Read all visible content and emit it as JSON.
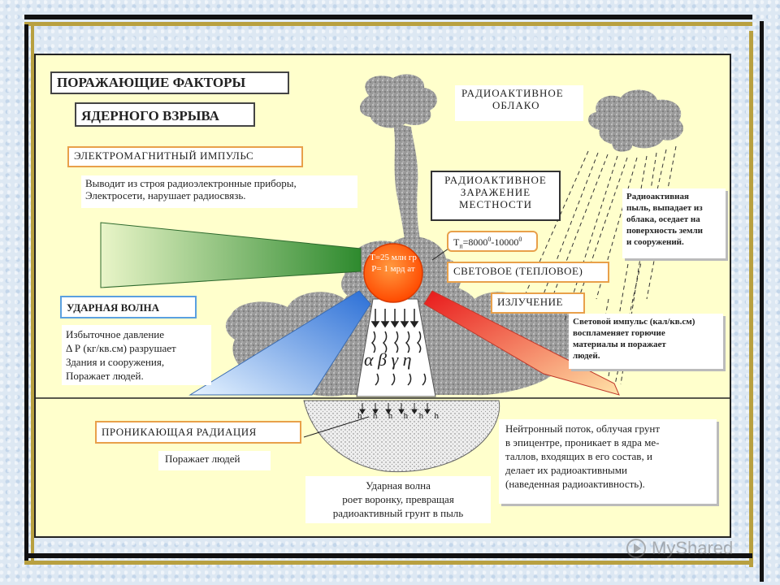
{
  "title_line1": "ПОРАЖАЮЩИЕ ФАКТОРЫ",
  "title_line2": "ЯДЕРНОГО ВЗРЫВА",
  "emp": {
    "title": "ЭЛЕКТРОМАГНИТНЫЙ ИМПУЛЬС",
    "desc_line1": "Выводит из строя радиоэлектронные приборы,",
    "desc_line2": "Электросети, нарушает радиосвязь."
  },
  "cloud": {
    "line1": "РАДИОАКТИВНОЕ",
    "line2": "ОБЛАКО"
  },
  "contamination": {
    "line1": "РАДИОАКТИВНОЕ",
    "line2": "ЗАРАЖЕНИЕ",
    "line3": "МЕСТНОСТИ"
  },
  "fallout_desc": [
    "Радиоактивная",
    "пыль, выпадает из",
    "облака, оседает на",
    "поверхность земли",
    "и сооружений."
  ],
  "fireball": {
    "line1": "Т=25 млн гр",
    "line2": "Р= 1 мрд ат"
  },
  "temperature": {
    "prefix": "Т",
    "sub": "п",
    "value": "=8000",
    "sup1": "0",
    "mid": "-10000",
    "sup2": "0"
  },
  "light": {
    "line1": "СВЕТОВОЕ (ТЕПЛОВОЕ)",
    "line2": "ИЗЛУЧЕНИЕ"
  },
  "light_desc": [
    "Световой импульс (кал/кв.см)",
    "воспламеняет горючие",
    "материалы и поражает",
    "людей."
  ],
  "shock": {
    "title": "УДАРНАЯ ВОЛНА",
    "desc_line1": "Избыточное давление",
    "desc_line2_sym": "Δ",
    "desc_line2": " Р (кг/кв.см) разрушает",
    "desc_line3": "Здания и сооружения,",
    "desc_line4": "Поражает людей."
  },
  "greek": "α β γ η",
  "neutron_letters": [
    "h",
    "h",
    "h",
    "h",
    "h",
    "h"
  ],
  "radiation": {
    "title": "ПРОНИКАЮЩАЯ РАДИАЦИЯ",
    "desc": "Поражает людей"
  },
  "crater_desc": [
    "Ударная волна",
    "роет воронку, превращая",
    "радиоактивный грунт в пыль"
  ],
  "neutron_desc": [
    "Нейтронный поток, облучая грунт",
    "в эпицентре, проникает в ядра ме-",
    "таллов, входящих в его состав, и",
    "делает их радиоактивными",
    "(наведенная радиоактивность)."
  ],
  "watermark": "MyShared",
  "colors": {
    "panel": "#ffffcc",
    "orange_border": "#e8a04a",
    "blue_border": "#5aa0e0",
    "fireball": "#ff5a00"
  }
}
